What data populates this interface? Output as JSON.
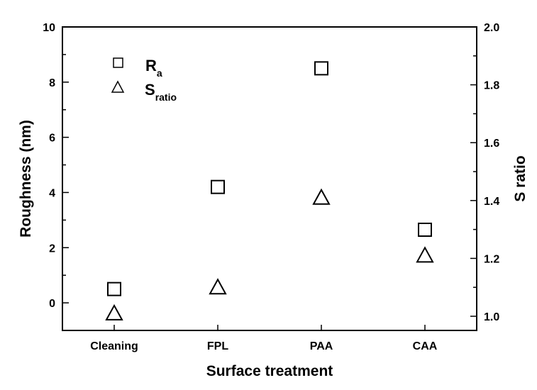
{
  "chart_data": {
    "type": "scatter",
    "categories": [
      "Cleaning",
      "FPL",
      "PAA",
      "CAA"
    ],
    "xlabel": "Surface treatment",
    "ylabel": "Roughness (nm)",
    "y2label": "S ratio",
    "ylim": [
      -1,
      10
    ],
    "y2lim": [
      0.951,
      2.0
    ],
    "yticks": [
      0,
      2,
      4,
      6,
      8,
      10
    ],
    "y2ticks": [
      "1.0",
      "1.2",
      "1.4",
      "1.6",
      "1.8",
      "2.0"
    ],
    "grid": false,
    "legend_position": "top-left",
    "series": [
      {
        "name": "Ra",
        "label_main": "R",
        "label_sub": "a",
        "marker": "square",
        "axis": "left",
        "values": [
          0.5,
          4.2,
          8.5,
          2.65
        ]
      },
      {
        "name": "Sratio",
        "label_main": "S",
        "label_sub": "ratio",
        "marker": "triangle",
        "axis": "right",
        "values": [
          1.01,
          1.1,
          1.41,
          1.21
        ]
      }
    ],
    "colors": {
      "marker": "#000000",
      "axis": "#000000"
    }
  }
}
